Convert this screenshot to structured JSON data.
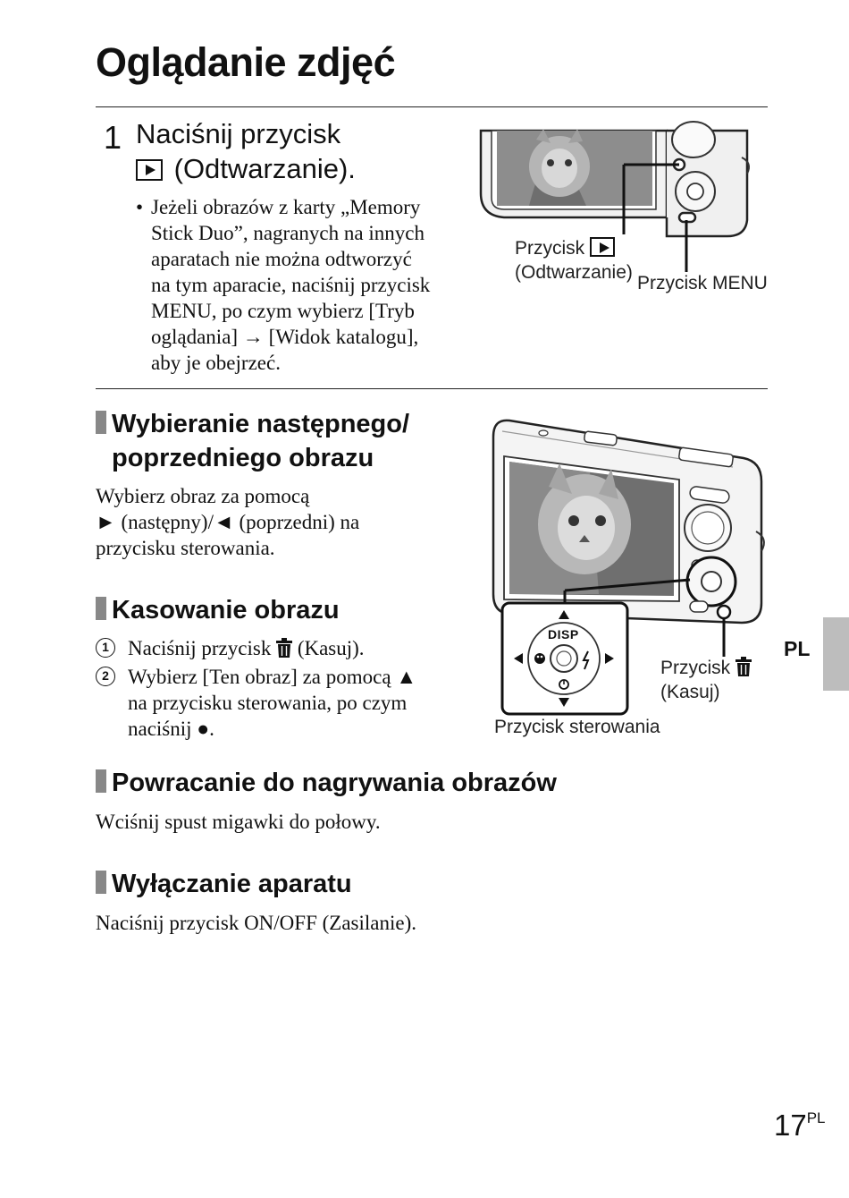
{
  "page": {
    "title": "Oglądanie zdjęć",
    "lang_tab": "PL",
    "page_number": "17",
    "page_suffix": "PL"
  },
  "step1": {
    "number": "1",
    "title_line1": "Naciśnij przycisk",
    "title_line2": "(Odtwarzanie).",
    "bullet_symbol": "•",
    "bullet_lines": [
      "Jeżeli obrazów z karty „Memory",
      "Stick Duo”, nagranych na innych",
      "aparatach nie można odtworzyć",
      "na tym aparacie, naciśnij przycisk",
      "MENU, po czym wybierz [Tryb",
      "oglądania] → [Widok katalogu],",
      "aby je obejrzeć."
    ]
  },
  "figure1": {
    "callout_play_line1": "Przycisk",
    "callout_play_line2": "(Odtwarzanie)",
    "callout_menu": "Przycisk MENU"
  },
  "section_next_prev": {
    "heading_line1": "Wybieranie następnego/",
    "heading_line2": "poprzedniego obrazu",
    "body_lines": [
      "Wybierz obraz za pomocą",
      "► (następny)/◄ (poprzedni) na",
      "przycisku sterowania."
    ]
  },
  "section_delete": {
    "heading": "Kasowanie obrazu",
    "item1_num": "1",
    "item1_before": "Naciśnij przycisk",
    "item1_after": "(Kasuj).",
    "item2_num": "2",
    "item2_lines": [
      "Wybierz [Ten obraz] za pomocą ▲",
      "na przycisku sterowania, po czym",
      "naciśnij ●."
    ]
  },
  "figure2": {
    "disp_label": "DISP",
    "callout_delete_line1": "Przycisk",
    "callout_delete_line2": "(Kasuj)",
    "callout_control": "Przycisk sterowania"
  },
  "section_return": {
    "heading": "Powracanie do nagrywania obrazów",
    "body": "Wciśnij spust migawki do połowy."
  },
  "section_off": {
    "heading": "Wyłączanie aparatu",
    "body": "Naciśnij przycisk ON/OFF (Zasilanie)."
  }
}
